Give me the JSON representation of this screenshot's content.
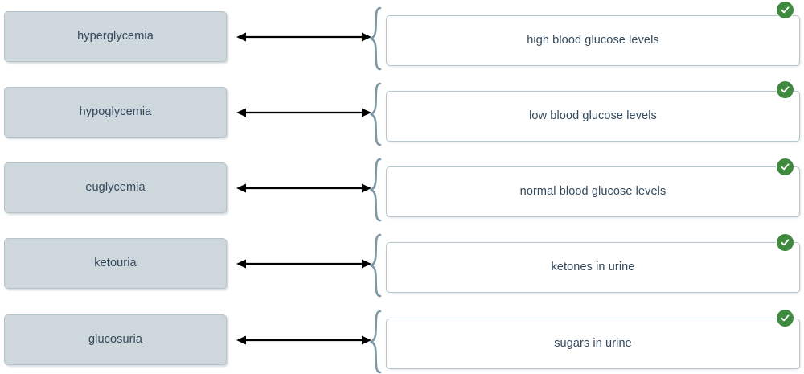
{
  "exercise": {
    "type": "matching-pairs",
    "status_icon": "check-circle-icon",
    "connector_icon": "double-arrow-icon",
    "brace_icon": "curly-brace-icon",
    "colors": {
      "term_fill": "#ced7dc",
      "term_border": "#b7c3ca",
      "text": "#33495c",
      "definition_border": "#b6c6cc",
      "definition_fill": "#ffffff",
      "badge_green": "#3f8a3f",
      "arrow": "#000000",
      "brace": "#7d97a5"
    },
    "rows": [
      {
        "term": "hyperglycemia",
        "definition": "high blood glucose levels",
        "correct": true
      },
      {
        "term": "hypoglycemia",
        "definition": "low blood glucose levels",
        "correct": true
      },
      {
        "term": "euglycemia",
        "definition": "normal blood glucose levels",
        "correct": true
      },
      {
        "term": "ketouria",
        "definition": "ketones in urine",
        "correct": true
      },
      {
        "term": "glucosuria",
        "definition": "sugars in urine",
        "correct": true
      }
    ]
  }
}
